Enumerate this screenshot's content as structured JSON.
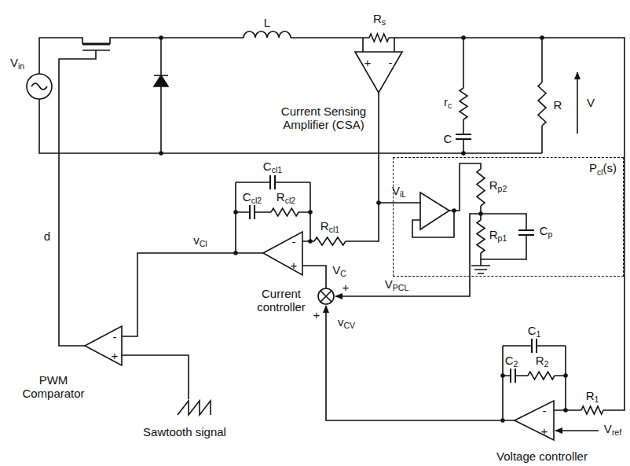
{
  "diagram": {
    "nodes": [
      {
        "text": [
          "Pcl(s)"
        ]
      }
    ],
    "labels": [
      "Vin",
      "L",
      "Rs",
      "Current Sensing Amplifier (CSA)",
      "+",
      "-",
      "rc",
      "C",
      "R",
      "V",
      "Ccl1",
      "Ccl2",
      "Rcl2",
      "ViL",
      "Rcl1",
      "d",
      "vCl",
      "-",
      "+",
      "VC",
      "PWM Comparator",
      "-",
      "+",
      "Current controller",
      "Sawtooth signal",
      "+",
      "VPCL",
      "+",
      "vCV",
      "C1",
      "C2",
      "R2",
      "R1",
      "-",
      "+",
      "Vref",
      "Voltage controller",
      "Rp2",
      "Rp1",
      "Cp"
    ]
  }
}
